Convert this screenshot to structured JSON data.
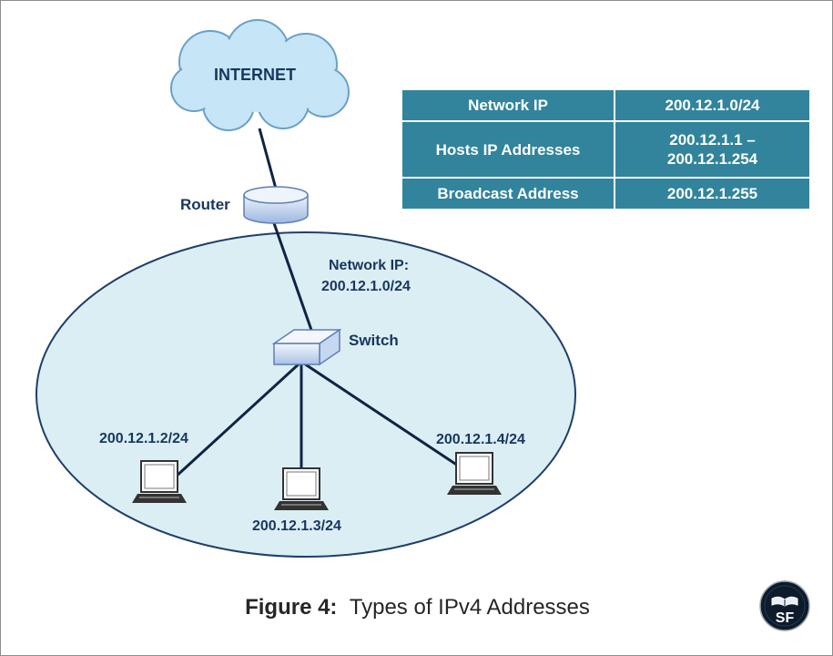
{
  "diagram": {
    "cloud_label": "INTERNET",
    "router_label": "Router",
    "switch_label": "Switch",
    "network_label_line1": "Network IP:",
    "network_label_line2": "200.12.1.0/24",
    "hosts": [
      {
        "label": "200.12.1.2/24"
      },
      {
        "label": "200.12.1.3/24"
      },
      {
        "label": "200.12.1.4/24"
      }
    ]
  },
  "table": {
    "rows": [
      {
        "key": "Network IP",
        "value_line1": "200.12.1.0/24",
        "value_line2": ""
      },
      {
        "key": "Hosts IP Addresses",
        "value_line1": "200.12.1.1 –",
        "value_line2": "200.12.1.254"
      },
      {
        "key": "Broadcast Address",
        "value_line1": "200.12.1.255",
        "value_line2": ""
      }
    ]
  },
  "caption": {
    "prefix": "Figure 4:",
    "text": "Types of IPv4 Addresses"
  },
  "logo": {
    "text": "SF",
    "icon": "book-icon"
  },
  "colors": {
    "table_bg": "#31849b",
    "label_text": "#17375e",
    "ellipse_fill": "#dbeef4",
    "ellipse_stroke": "#1f3f68",
    "cloud_fill": "#c6e5f7"
  }
}
